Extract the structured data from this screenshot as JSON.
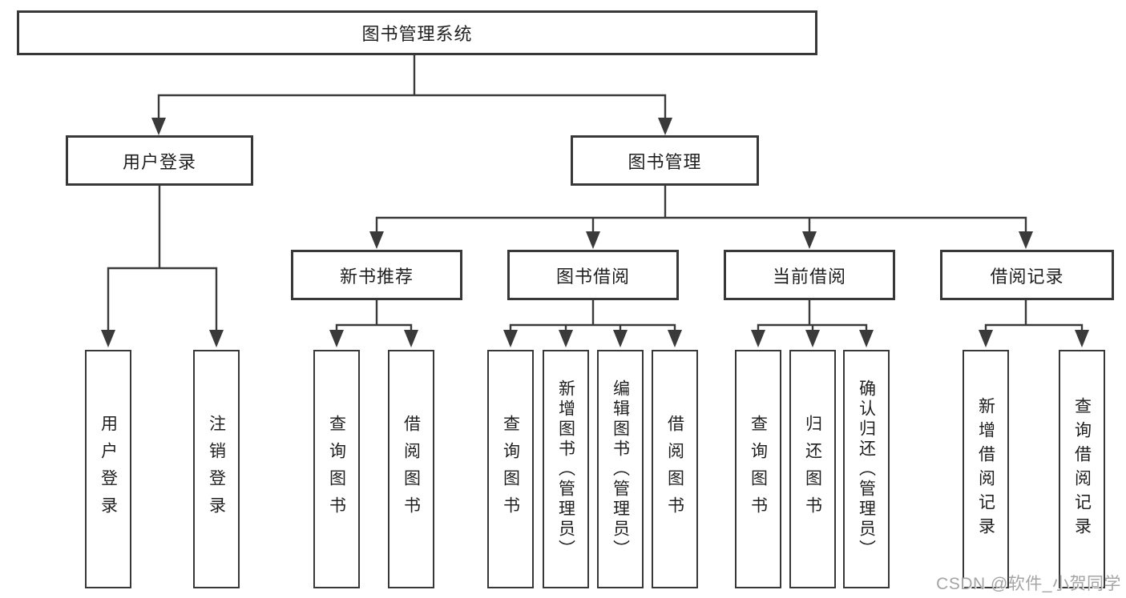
{
  "diagram": {
    "root": "图书管理系统",
    "level1": [
      "用户登录",
      "图书管理"
    ],
    "level2": [
      "新书推荐",
      "图书借阅",
      "当前借阅",
      "借阅记录"
    ],
    "leaves": {
      "user_login": [
        "用户登录",
        "注销登录"
      ],
      "new_book_recommend": [
        "查询图书",
        "借阅图书"
      ],
      "book_borrowing": [
        "查询图书",
        "新增图书（管理员）",
        "编辑图书（管理员）",
        "借阅图书"
      ],
      "current_borrowing": [
        "查询图书",
        "归还图书",
        "确认归还（管理员）"
      ],
      "borrowing_records": [
        "新增借阅记录",
        "查询借阅记录"
      ]
    }
  },
  "watermark": "CSDN @软件_小贺同学",
  "colors": {
    "line": "#3a3a3a",
    "text": "#1f1f1f",
    "box_background": "#ffffff",
    "watermark": "#a4a4a4",
    "background": "#ffffff"
  }
}
